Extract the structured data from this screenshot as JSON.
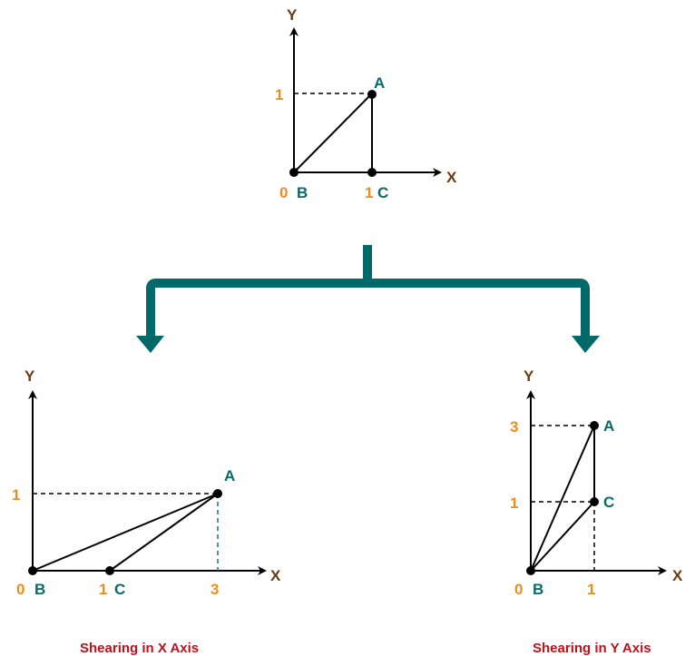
{
  "colors": {
    "axis": "#000000",
    "axis_title": "#6b3a10",
    "tick": "#f08c1c",
    "point_label": "#0a6a68",
    "connector": "#02696a",
    "caption": "#c0101a",
    "teal_dash": "#0a7a7a"
  },
  "original": {
    "x_axis_label": "X",
    "y_axis_label": "Y",
    "origin_tick": "0",
    "x_tick": "1",
    "y_tick": "1",
    "points": [
      {
        "name": "A",
        "x": 1,
        "y": 1
      },
      {
        "name": "B",
        "x": 0,
        "y": 0
      },
      {
        "name": "C",
        "x": 1,
        "y": 0
      }
    ]
  },
  "shear_x": {
    "caption": "Shearing in X Axis",
    "x_axis_label": "X",
    "y_axis_label": "Y",
    "origin_tick": "0",
    "x_ticks": [
      "1",
      "3"
    ],
    "y_tick": "1",
    "points": [
      {
        "name": "A",
        "x": 3,
        "y": 1
      },
      {
        "name": "B",
        "x": 0,
        "y": 0
      },
      {
        "name": "C",
        "x": 1,
        "y": 0
      }
    ]
  },
  "shear_y": {
    "caption": "Shearing in Y Axis",
    "x_axis_label": "X",
    "y_axis_label": "Y",
    "origin_tick": "0",
    "x_tick": "1",
    "y_ticks": [
      "1",
      "3"
    ],
    "points": [
      {
        "name": "A",
        "x": 1,
        "y": 3
      },
      {
        "name": "B",
        "x": 0,
        "y": 0
      },
      {
        "name": "C",
        "x": 1,
        "y": 1
      }
    ]
  }
}
